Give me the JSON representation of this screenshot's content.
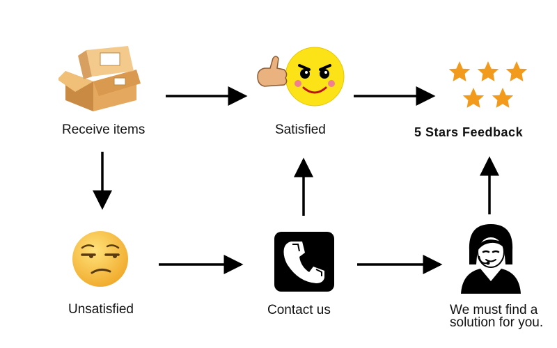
{
  "nodes": {
    "receive": {
      "label": "Receive items",
      "icon": "open-box-icon"
    },
    "satisfied": {
      "label": "Satisfied",
      "icon": "smiley-thumbs-up-icon"
    },
    "stars": {
      "label": "5 Stars Feedback",
      "icon": "five-stars-icon"
    },
    "unsatisfied": {
      "label": "Unsatisfied",
      "icon": "unamused-face-icon"
    },
    "contact": {
      "label": "Contact us",
      "icon": "telephone-handset-icon"
    },
    "solution": {
      "label": "We must find a solution for you.",
      "icon": "support-agent-icon"
    }
  },
  "colors": {
    "arrow": "#000000",
    "star": "#f29a1b",
    "face_yellow": "#fbe318",
    "emoji_yellow": "#f7c23a",
    "box": "#e0a458",
    "phone_bg": "#000000"
  }
}
